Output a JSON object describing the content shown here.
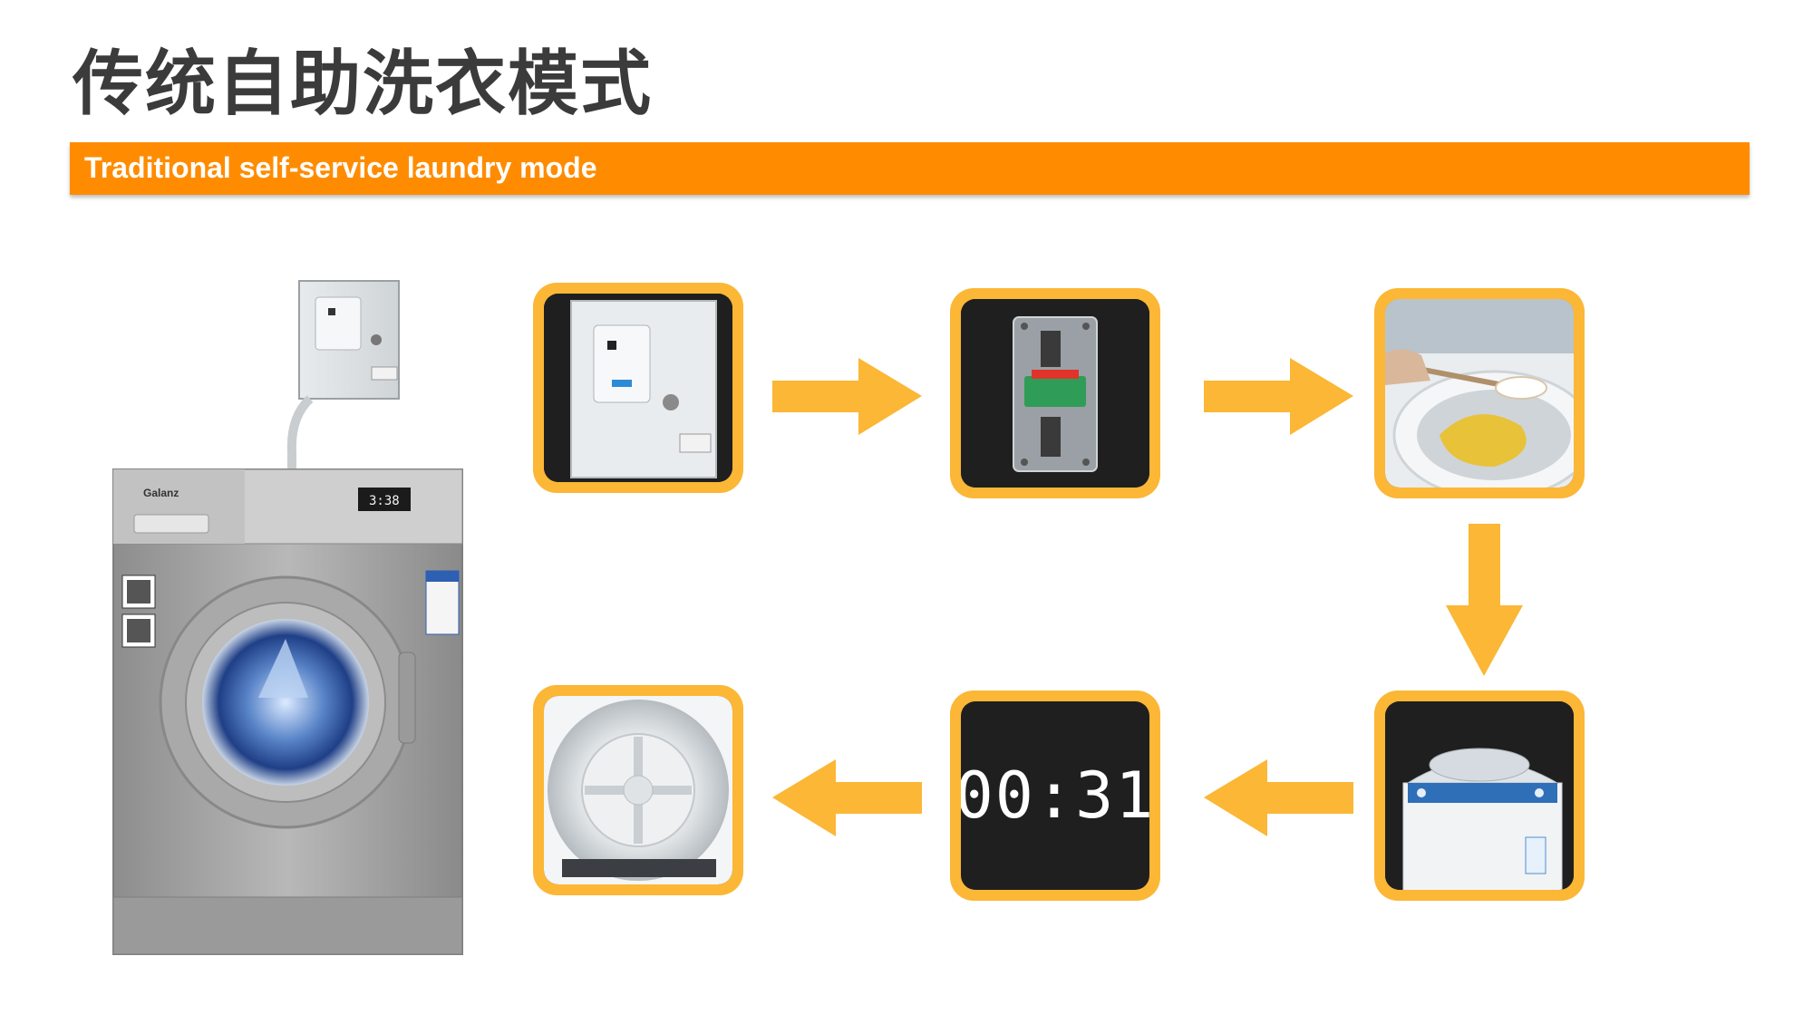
{
  "title": "传统自助洗衣模式",
  "subtitle": "Traditional self-service laundry mode",
  "machine": {
    "brand": "Galanz",
    "display_time": "3:38"
  },
  "timer_display": "00:31",
  "colors": {
    "title": "#3b3b3b",
    "banner": "#ff8c00",
    "tile_border": "#fbb735",
    "arrow": "#fbb735"
  },
  "icons": [
    "card-reader-box",
    "coin-acceptor",
    "detergent-scoop",
    "top-load-washer",
    "countdown-timer",
    "washer-drum"
  ]
}
